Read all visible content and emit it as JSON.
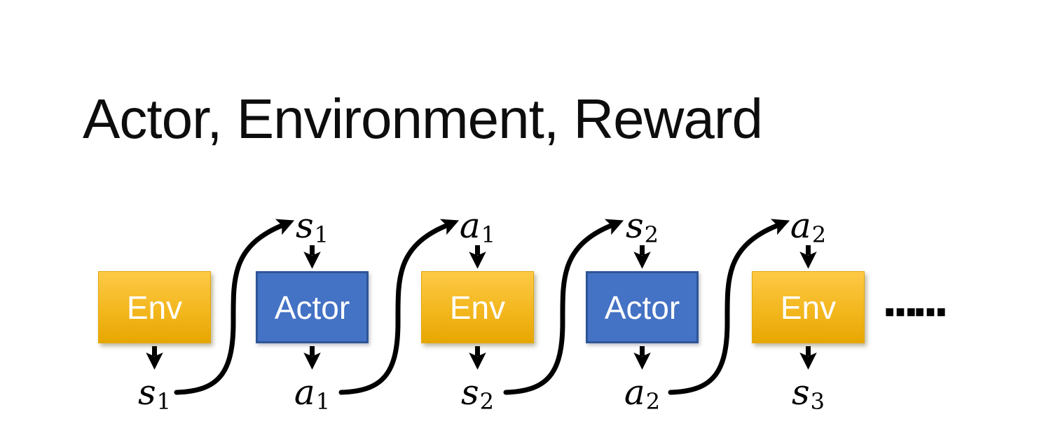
{
  "title": "Actor, Environment, Reward",
  "diagram": {
    "boxes": [
      {
        "label": "Env",
        "type": "env"
      },
      {
        "label": "Actor",
        "type": "actor"
      },
      {
        "label": "Env",
        "type": "env"
      },
      {
        "label": "Actor",
        "type": "actor"
      },
      {
        "label": "Env",
        "type": "env"
      }
    ],
    "top_labels": [
      {
        "base": "s",
        "sub": "1"
      },
      {
        "base": "a",
        "sub": "1"
      },
      {
        "base": "s",
        "sub": "2"
      },
      {
        "base": "a",
        "sub": "2"
      }
    ],
    "bottom_labels": [
      {
        "base": "s",
        "sub": "1"
      },
      {
        "base": "a",
        "sub": "1"
      },
      {
        "base": "s",
        "sub": "2"
      },
      {
        "base": "a",
        "sub": "2"
      },
      {
        "base": "s",
        "sub": "3"
      }
    ],
    "ellipsis": "……",
    "colors": {
      "env_gradient_top": "#FDC946",
      "env_gradient_bottom": "#E7A702",
      "actor_fill": "#4472C4",
      "actor_border": "#2F5597",
      "arrow": "#000000",
      "box_text": "#FFFFFF",
      "title_text": "#0D0D0D"
    }
  }
}
